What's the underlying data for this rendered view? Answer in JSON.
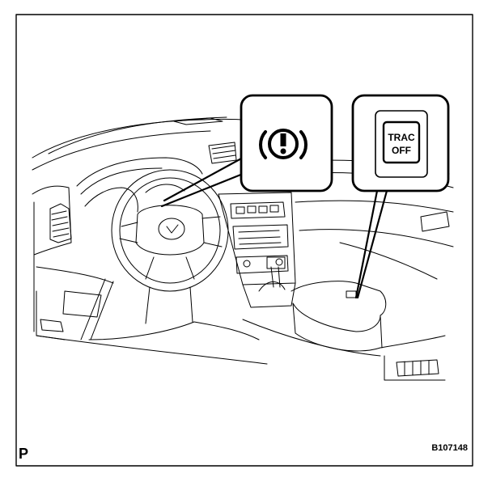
{
  "figure": {
    "corner_mark": "P",
    "figure_code": "B107148",
    "callouts": {
      "brake_warning": {
        "icon": "brake-warning-icon",
        "symbol": "(!)"
      },
      "trac_off_switch": {
        "line1": "TRAC",
        "line2": "OFF"
      }
    }
  }
}
